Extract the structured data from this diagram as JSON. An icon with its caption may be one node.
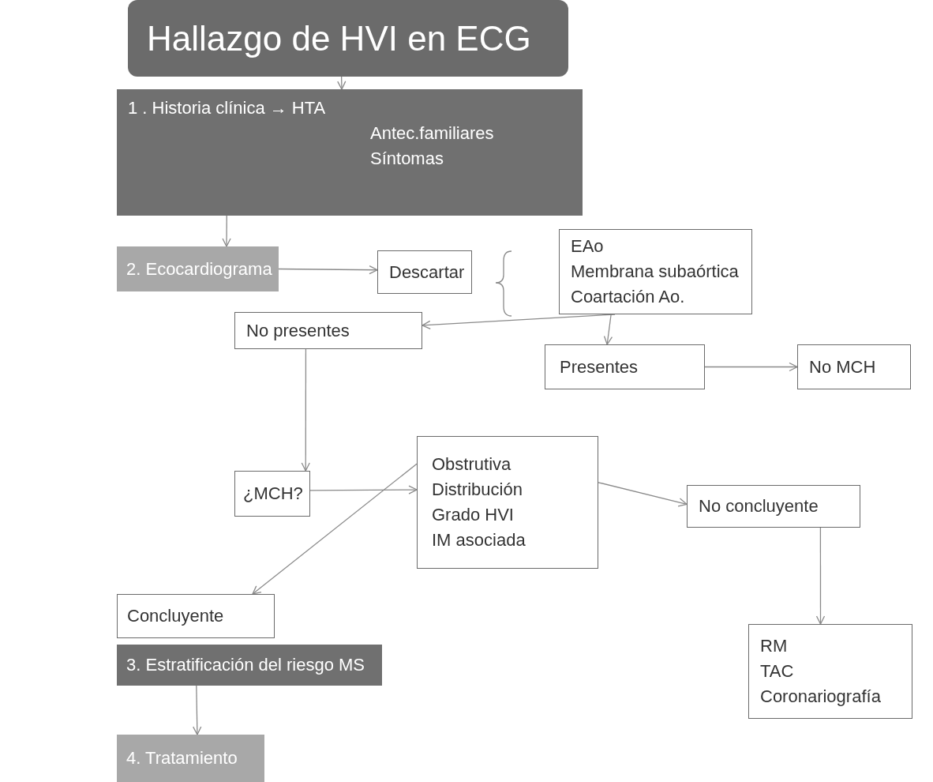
{
  "diagram": {
    "nodes": [
      {
        "text": [
          "Hallazgo de HVI en ECG"
        ]
      },
      {
        "text": [
          "1 . Historia clínica → HTA",
          "Antec.familiares",
          "Síntomas"
        ]
      },
      {
        "text": [
          "2. Ecocardiograma"
        ]
      },
      {
        "text": [
          "Descartar"
        ]
      },
      {
        "text": [
          "EAo",
          "Membrana subaórtica",
          "Coartación Ao."
        ]
      },
      {
        "text": [
          "No presentes"
        ]
      },
      {
        "text": [
          "Presentes"
        ]
      },
      {
        "text": [
          "No MCH"
        ]
      },
      {
        "text": [
          "¿MCH?"
        ]
      },
      {
        "text": [
          "Obstrutiva",
          "Distribución",
          "Grado HVI",
          "IM asociada"
        ]
      },
      {
        "text": [
          "No concluyente"
        ]
      },
      {
        "text": [
          "Concluyente"
        ]
      },
      {
        "text": [
          "3. Estratificación del riesgo MS"
        ]
      },
      {
        "text": [
          "4. Tratamiento"
        ]
      },
      {
        "text": [
          "RM",
          "TAC",
          "Coronariografía"
        ]
      }
    ],
    "edges": [
      {
        "from": 0,
        "to": 1,
        "arrow": "to"
      },
      {
        "from": 1,
        "to": 2,
        "arrow": "to"
      },
      {
        "from": 2,
        "to": 3,
        "arrow": "to"
      },
      {
        "from": 4,
        "to": 5,
        "arrow": "to"
      },
      {
        "from": 4,
        "to": 6,
        "arrow": "to"
      },
      {
        "from": 6,
        "to": 7,
        "arrow": "to"
      },
      {
        "from": 5,
        "to": 8,
        "arrow": "to"
      },
      {
        "from": 8,
        "to": 9,
        "arrow": "to"
      },
      {
        "from": 9,
        "to": 10,
        "arrow": "to"
      },
      {
        "from": 9,
        "to": 11,
        "arrow": "to"
      },
      {
        "from": 10,
        "to": 14,
        "arrow": "to"
      },
      {
        "from": 12,
        "to": 13,
        "arrow": "to"
      }
    ]
  }
}
